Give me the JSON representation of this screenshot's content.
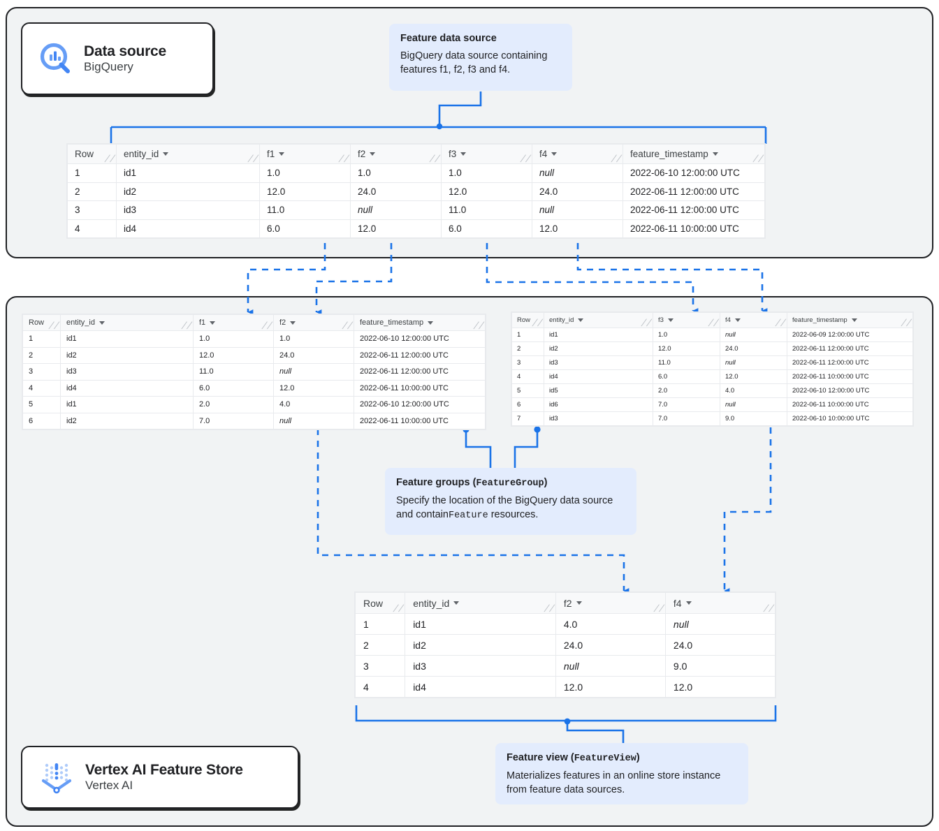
{
  "colors": {
    "accent": "#1a73e8",
    "callout_bg": "#e3ecfd",
    "panel_bg": "#f1f3f4",
    "header_bg": "#f8f9fa",
    "border": "#202124",
    "null_text": "#80868b"
  },
  "panels": {
    "data_source": {
      "name": "Data source panel"
    },
    "feature_store": {
      "name": "Vertex AI Feature Store panel"
    }
  },
  "chips": [
    {
      "title": "Data source",
      "subtitle": "BigQuery",
      "icon": "bigquery-icon"
    },
    {
      "title": "Vertex AI Feature Store",
      "subtitle": "Vertex AI",
      "icon": "vertex-ai-icon"
    }
  ],
  "callouts": {
    "feature_data_source": {
      "title": "Feature data source",
      "body": "BigQuery data source containing features f1, f2, f3 and f4."
    },
    "feature_groups": {
      "title_text": "Feature groups (",
      "title_code": "FeatureGroup",
      "title_close": ")",
      "body_part1": "Specify the location of the BigQuery data source and contain",
      "body_code": "Feature",
      "body_part2": " resources."
    },
    "feature_view": {
      "title_text": "Feature view (",
      "title_code": "FeatureView",
      "title_close": ")",
      "body": "Materializes features in an online store instance from feature data sources."
    }
  },
  "tables": {
    "source": {
      "name": "feature-data-source-table",
      "columns": [
        "Row",
        "entity_id",
        "f1",
        "f2",
        "f3",
        "f4",
        "feature_timestamp"
      ],
      "rows": [
        [
          "1",
          "id1",
          "1.0",
          "1.0",
          "1.0",
          "null",
          "2022-06-10 12:00:00 UTC"
        ],
        [
          "2",
          "id2",
          "12.0",
          "24.0",
          "12.0",
          "24.0",
          "2022-06-11 12:00:00 UTC"
        ],
        [
          "3",
          "id3",
          "11.0",
          "null",
          "11.0",
          "null",
          "2022-06-11 12:00:00 UTC"
        ],
        [
          "4",
          "id4",
          "6.0",
          "12.0",
          "6.0",
          "12.0",
          "2022-06-11 10:00:00 UTC"
        ]
      ]
    },
    "feature_group_1": {
      "name": "feature-group-1-table",
      "columns": [
        "Row",
        "entity_id",
        "f1",
        "f2",
        "feature_timestamp"
      ],
      "rows": [
        [
          "1",
          "id1",
          "1.0",
          "1.0",
          "2022-06-10 12:00:00 UTC"
        ],
        [
          "2",
          "id2",
          "12.0",
          "24.0",
          "2022-06-11 12:00:00 UTC"
        ],
        [
          "3",
          "id3",
          "11.0",
          "null",
          "2022-06-11 12:00:00 UTC"
        ],
        [
          "4",
          "id4",
          "6.0",
          "12.0",
          "2022-06-11 10:00:00 UTC"
        ],
        [
          "5",
          "id1",
          "2.0",
          "4.0",
          "2022-06-10 12:00:00 UTC"
        ],
        [
          "6",
          "id2",
          "7.0",
          "null",
          "2022-06-11 10:00:00 UTC"
        ]
      ]
    },
    "feature_group_2": {
      "name": "feature-group-2-table",
      "columns": [
        "Row",
        "entity_id",
        "f3",
        "f4",
        "feature_timestamp"
      ],
      "rows": [
        [
          "1",
          "id1",
          "1.0",
          "null",
          "2022-06-09 12:00:00 UTC"
        ],
        [
          "2",
          "id2",
          "12.0",
          "24.0",
          "2022-06-11 12:00:00 UTC"
        ],
        [
          "3",
          "id3",
          "11.0",
          "null",
          "2022-06-11 12:00:00 UTC"
        ],
        [
          "4",
          "id4",
          "6.0",
          "12.0",
          "2022-06-11 10:00:00 UTC"
        ],
        [
          "5",
          "id5",
          "2.0",
          "4.0",
          "2022-06-10 12:00:00 UTC"
        ],
        [
          "6",
          "id6",
          "7.0",
          "null",
          "2022-06-11 10:00:00 UTC"
        ],
        [
          "7",
          "id3",
          "7.0",
          "9.0",
          "2022-06-10 10:00:00 UTC"
        ]
      ]
    },
    "feature_view": {
      "name": "feature-view-table",
      "columns": [
        "Row",
        "entity_id",
        "f2",
        "f4"
      ],
      "rows": [
        [
          "1",
          "id1",
          "4.0",
          "null"
        ],
        [
          "2",
          "id2",
          "24.0",
          "24.0"
        ],
        [
          "3",
          "id3",
          "null",
          "9.0"
        ],
        [
          "4",
          "id4",
          "12.0",
          "12.0"
        ]
      ]
    }
  }
}
